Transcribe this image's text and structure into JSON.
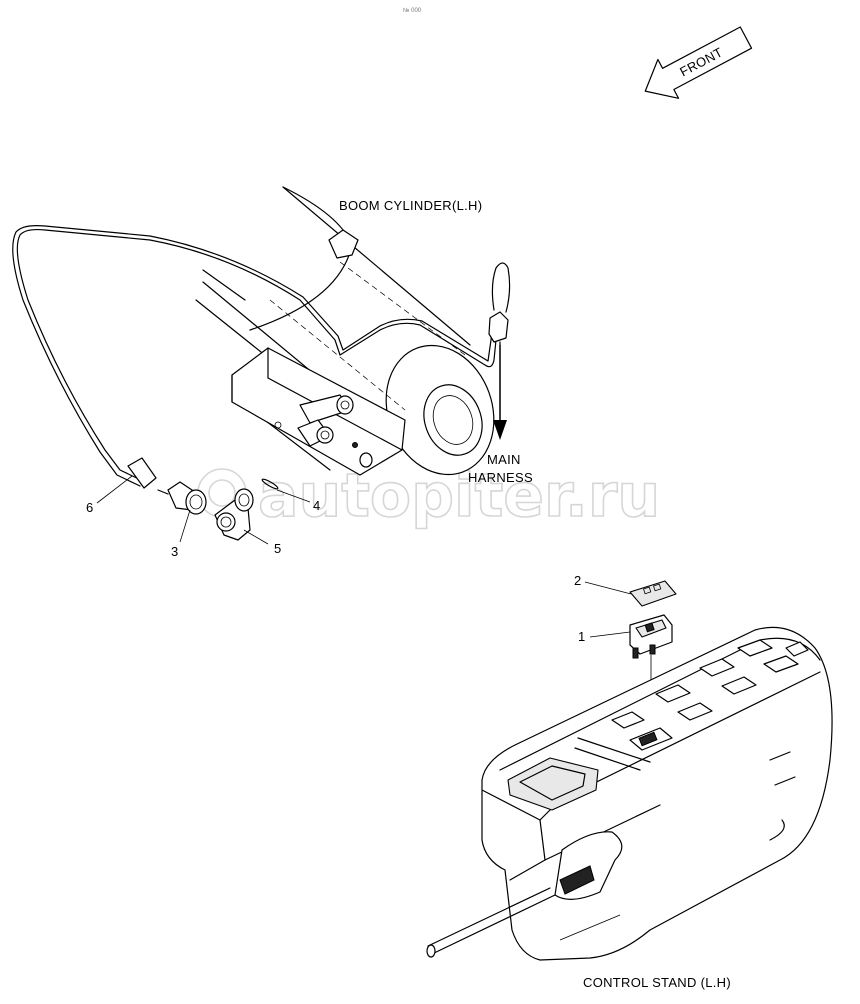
{
  "page_ref": "№ 000",
  "front_label": "FRONT",
  "labels": {
    "boom_cylinder": "BOOM CYLINDER(L.H)",
    "main_harness_line1": "MAIN",
    "main_harness_line2": "HARNESS",
    "control_stand": "CONTROL STAND (L.H)"
  },
  "watermark": "autopiter.ru",
  "callouts": [
    "1",
    "2",
    "3",
    "4",
    "5",
    "6"
  ],
  "icons": {
    "front_arrow": "front-arrow-icon"
  }
}
